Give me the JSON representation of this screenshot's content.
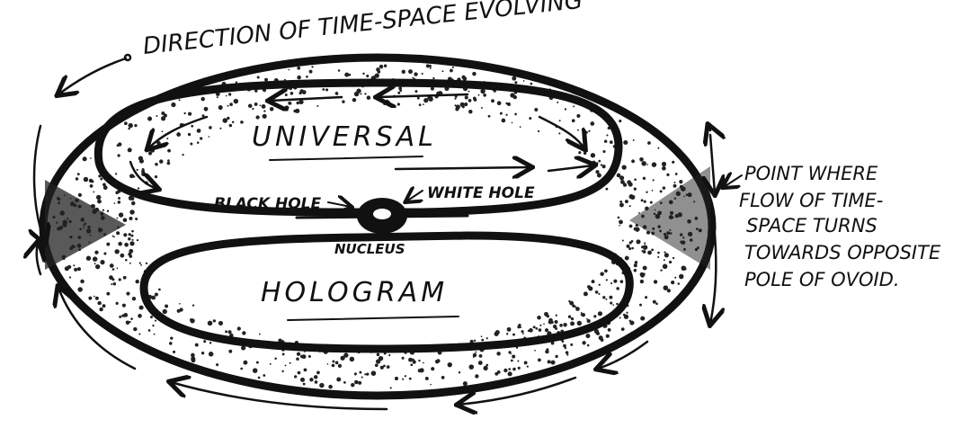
{
  "title": "DIRECTION OF TIME-SPACE EVOLVING",
  "labels": {
    "universal": "UNIVERSAL",
    "hologram": "HOLOGRAM",
    "black_hole": "BLACK HOLE",
    "white_hole": "WHITE HOLE",
    "nucleus": "NUCLEUS"
  },
  "annotation": {
    "lines": [
      "POINT WHERE",
      "FLOW OF TIME-",
      "SPACE TURNS",
      "TOWARDS OPPOSITE",
      "POLE OF OVOID."
    ]
  },
  "colors": {
    "ink": "#111111",
    "paper": "#ffffff"
  }
}
